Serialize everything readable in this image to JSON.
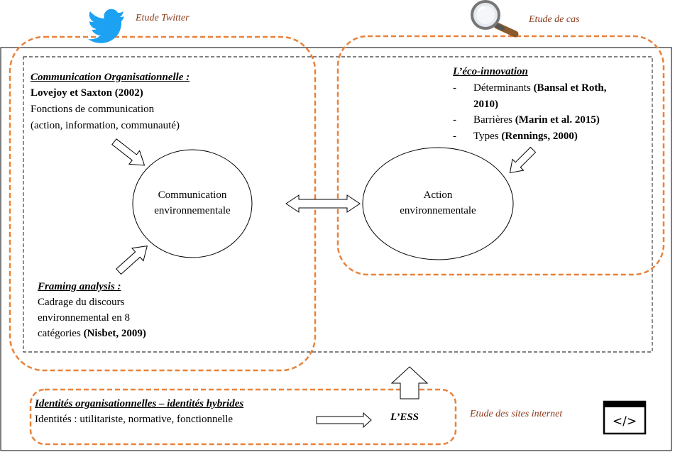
{
  "labels": {
    "twitter": "Etude Twitter",
    "case": "Etude de cas",
    "websites": "Etude des sites internet"
  },
  "left_top": {
    "heading": "Communication Organisationnelle :",
    "author": "Lovejoy et Saxton (2002)",
    "line1": "Fonctions de communication",
    "line2": "(action, information, communauté)"
  },
  "left_bottom": {
    "heading": "Framing analysis :",
    "line1": "Cadrage du discours",
    "line2": "environnemental  en 8",
    "line3_a": "catégories ",
    "line3_b": "(Nisbet, 2009)"
  },
  "right_top": {
    "heading": "L’éco-innovation",
    "items": [
      {
        "dash": "-",
        "label": "Déterminants  ",
        "ref": "(Bansal et Roth,"
      },
      {
        "dash": "",
        "label": "",
        "ref": "2010)"
      },
      {
        "dash": "-",
        "label": "Barrières  ",
        "ref": "(Marin et al. 2015)"
      },
      {
        "dash": "-",
        "label": "Types ",
        "ref": "(Rennings, 2000)"
      }
    ]
  },
  "ellipses": {
    "left_line1": "Communication",
    "left_line2": "environnementale",
    "right_line1": "Action",
    "right_line2": "environnementale"
  },
  "bottom": {
    "heading": "Identités organisationnelles – identités hybrides",
    "body": "Identités : utilitariste,  normative,  fonctionnelle",
    "ess": "L’ESS"
  },
  "icons": {
    "twitter": "twitter-bird-icon",
    "magnifier": "magnifying-glass-icon",
    "code": "code-window-icon"
  },
  "colors": {
    "orange_dash": "#E8823A",
    "label_brown": "#8B3A1A",
    "twitter_blue": "#1DA1F2"
  }
}
